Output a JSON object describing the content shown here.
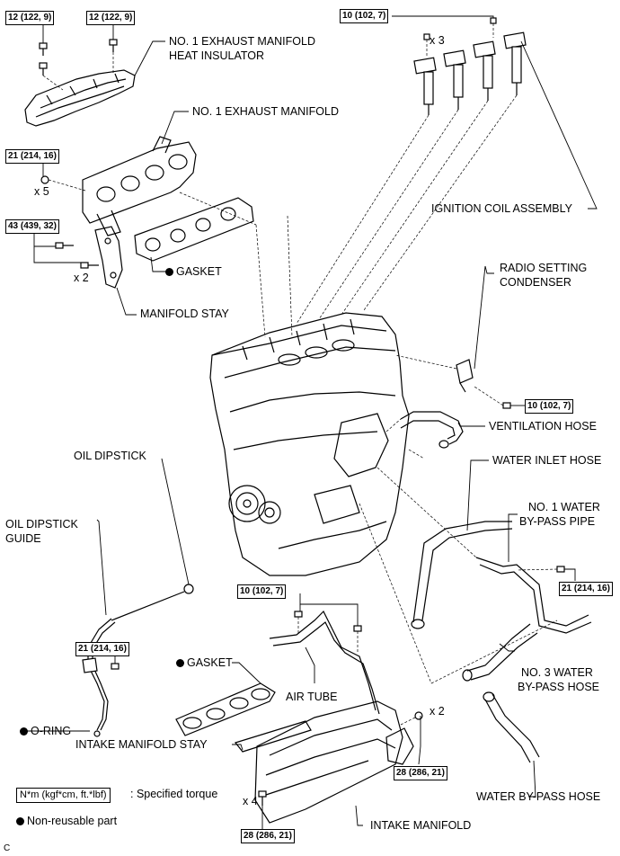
{
  "torque_labels": {
    "t1": "12 (122, 9)",
    "t2": "12 (122, 9)",
    "t3": "10 (102, 7)",
    "t4": "21 (214, 16)",
    "t5": "43 (439, 32)",
    "t6": "10 (102, 7)",
    "t7": "21 (214, 16)",
    "t8": "10 (102, 7)",
    "t9": "21 (214, 16)",
    "t10": "28 (286, 21)",
    "t11": "28 (286, 21)"
  },
  "quantities": {
    "q_coil": "x 3",
    "q_nut5": "x 5",
    "q_stay": "x 2",
    "q_intake_nut": "x 2",
    "q_intake_bolt": "x 4"
  },
  "part_labels": {
    "heat_insulator": "NO. 1 EXHAUST MANIFOLD\nHEAT INSULATOR",
    "heat_insulator_l1": "NO. 1 EXHAUST MANIFOLD",
    "heat_insulator_l2": "HEAT INSULATOR",
    "exhaust_manifold": "NO. 1 EXHAUST MANIFOLD",
    "gasket_exhaust": "GASKET",
    "manifold_stay": "MANIFOLD STAY",
    "ignition_coil": "IGNITION COIL ASSEMBLY",
    "radio_condenser_l1": "RADIO SETTING",
    "radio_condenser_l2": "CONDENSER",
    "ventilation_hose": "VENTILATION HOSE",
    "oil_dipstick": "OIL DIPSTICK",
    "water_inlet_hose": "WATER INLET HOSE",
    "dipstick_guide_l1": "OIL DIPSTICK",
    "dipstick_guide_l2": "GUIDE",
    "water_bypass_pipe_l1": "NO. 1 WATER",
    "water_bypass_pipe_l2": "BY-PASS PIPE",
    "gasket_intake": "GASKET",
    "air_tube": "AIR TUBE",
    "no3_bypass_l1": "NO. 3 WATER",
    "no3_bypass_l2": "BY-PASS HOSE",
    "o_ring": "O-RING",
    "intake_manifold_stay": "INTAKE MANIFOLD STAY",
    "water_bypass_hose": "WATER BY-PASS HOSE",
    "intake_manifold": "INTAKE MANIFOLD"
  },
  "legend": {
    "torque_unit": "N*m (kgf*cm, ft.*lbf)",
    "torque_desc": ": Specified torque",
    "nonreusable": "Non-reusable part"
  },
  "figure_code": "C"
}
